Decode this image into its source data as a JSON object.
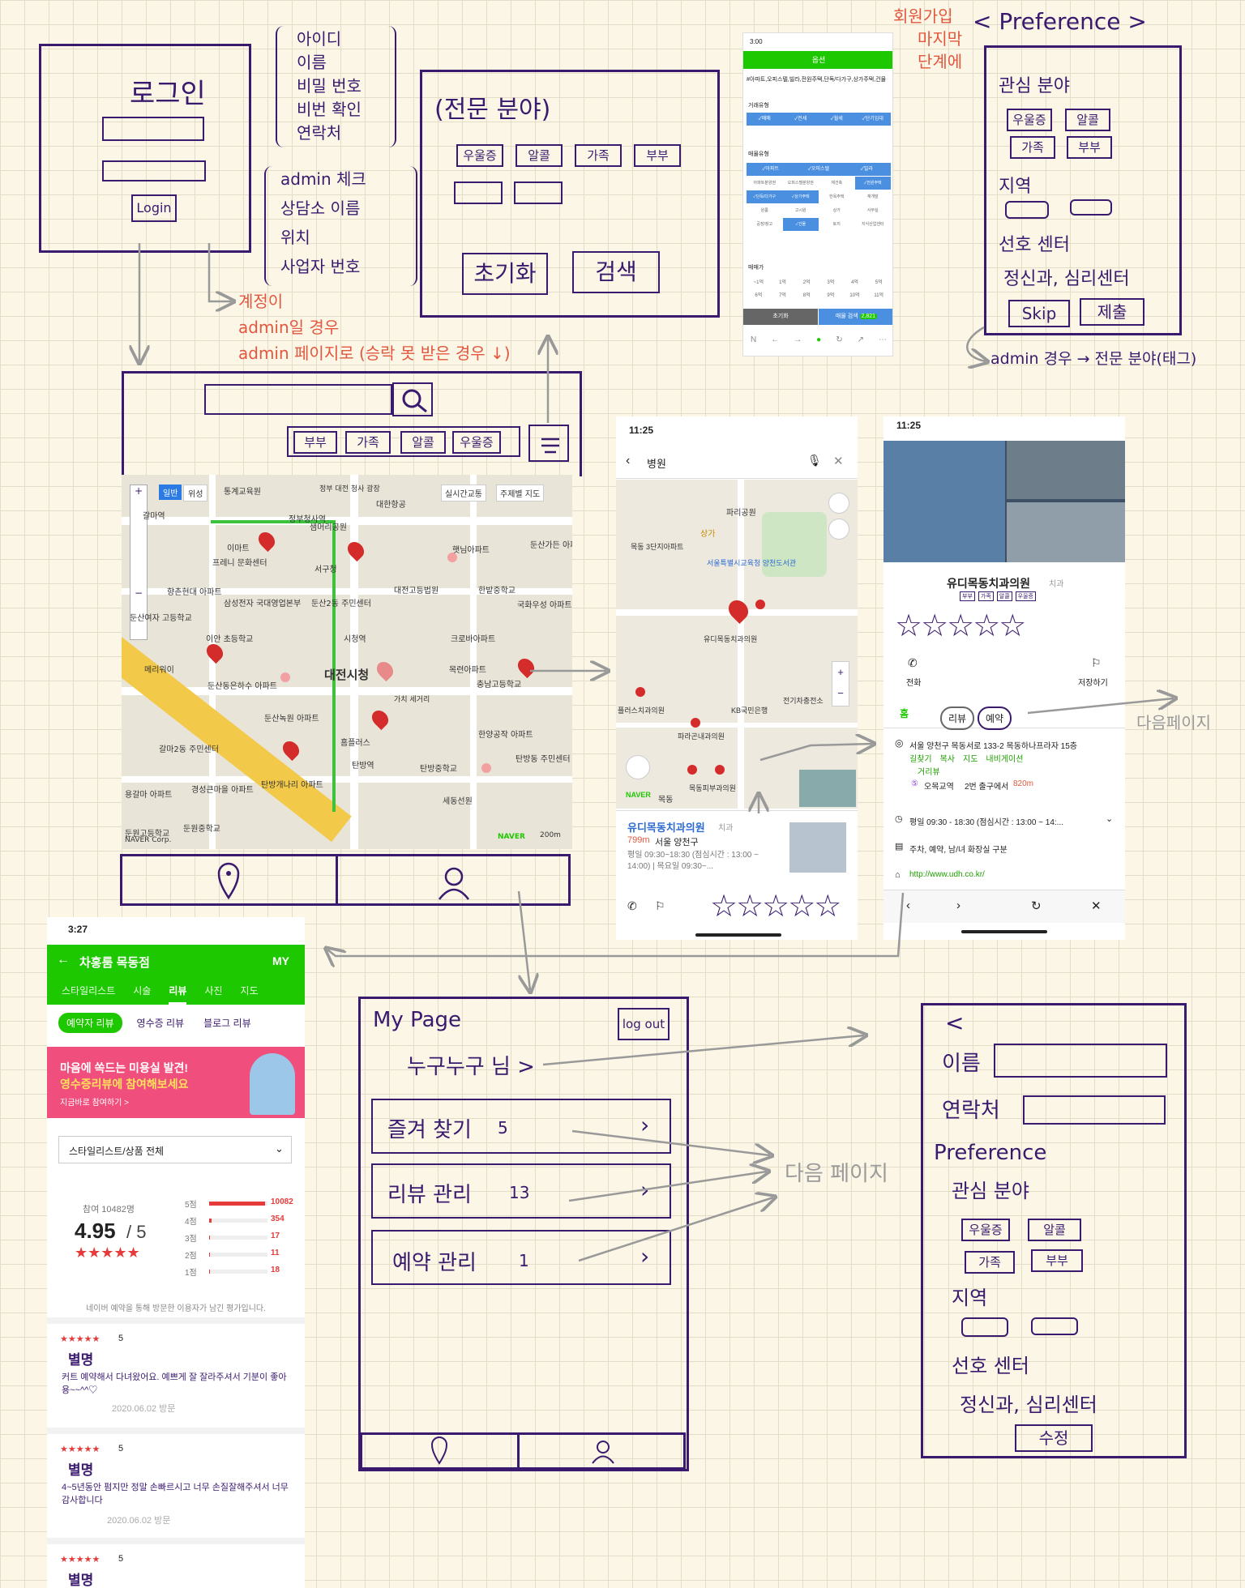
{
  "login": {
    "title": "로그인",
    "button": "Login"
  },
  "signup_fields": [
    "아이디",
    "이름",
    "비밀 번호",
    "비번 확인",
    "연락처"
  ],
  "admin_fields": [
    "admin 체크",
    "상담소 이름",
    "위치",
    "사업자 번호"
  ],
  "admin_note": [
    "계정이",
    "admin일 경우",
    "admin 페이지로 (승락 못 받은 경우 ↓)"
  ],
  "specialty": {
    "title": "(전문 분야)",
    "tags": [
      "우울증",
      "알콜",
      "가족",
      "부부"
    ],
    "reset": "초기화",
    "search": "검색"
  },
  "signup_last_step": [
    "회원가입",
    "마지막",
    "단계에"
  ],
  "preference": {
    "title": "< Preference >",
    "interest": "관심 분야",
    "tags": [
      "우울증",
      "알콜",
      "가족",
      "부부"
    ],
    "region": "지역",
    "center": "선호 센터",
    "center_value": "정신과, 심리센터",
    "skip": "Skip",
    "submit": "제출",
    "admin_note": "admin 경우 → 전문 분야(태그)"
  },
  "options_phone": {
    "time": "3:00",
    "title": "옵션",
    "search_text": "#아파트,오피스텔,빌라,전원주택,단독/다가구,상가주택,건물",
    "deal_label": "거래유형",
    "deal_items": [
      "✓매매",
      "✓전세",
      "✓월세",
      "✓단기임대"
    ],
    "type_label": "매물유형",
    "type_rows": [
      [
        "✓아파트",
        "✓오피스텔",
        "✓빌라"
      ],
      [
        "아파트분양권",
        "오피스텔분양권",
        "재건축",
        "✓전원주택"
      ],
      [
        "✓단독/다가구",
        "✓상가주택",
        "한옥주택",
        "재개발"
      ],
      [
        "원룸",
        "고시원",
        "상가",
        "사무실"
      ],
      [
        "공장/창고",
        "✓건물",
        "토지",
        "지식산업센터"
      ]
    ],
    "area_label": "매매가",
    "area_rows": [
      [
        "~1억",
        "1억",
        "2억",
        "3억",
        "4억",
        "5억"
      ],
      [
        "6억",
        "7억",
        "8억",
        "9억",
        "10억",
        "11억"
      ]
    ],
    "reset": "초기화",
    "submit": "매물 검색",
    "submit_badge": "2,821"
  },
  "main_screen": {
    "tags": [
      "부부",
      "가족",
      "알콜",
      "우울증"
    ],
    "map_labels": [
      "일반",
      "위성",
      "실시간교통",
      "주제별 지도",
      "통계교육원",
      "정부 대전 청사 광장",
      "대한항공",
      "갈마역",
      "정부청사역",
      "샘머리공원",
      "햇님아파트",
      "둔산가든 아파트",
      "이마트",
      "프레니 문화센터",
      "서구청",
      "대전고등법원",
      "한밭중학교",
      "국화우성 아파트",
      "향촌현대 아파트",
      "삼성전자 국대영업본부",
      "둔산2동 주민센터",
      "둔산여자 고등학교",
      "크로바아파트",
      "메리워이",
      "이안 초등학교",
      "시청역",
      "대전시청",
      "목련아파트",
      "충남고등학교",
      "둔산동은하수 아파트",
      "둔산녹원 아파트",
      "가치 세거리",
      "홈플러스",
      "한양공작 아파트",
      "갈마2동 주민센터",
      "탄방역",
      "탄방동 주민센터",
      "경성큰마을 아파트",
      "탄방중학교",
      "용갈마 아파트",
      "둔원고등학교",
      "둔원중학교",
      "탄방개나리 아파트",
      "세동선원",
      "NAVER Corp.",
      "200m",
      "NAVER"
    ]
  },
  "map_phone": {
    "time": "11:25",
    "search": "병원",
    "labels": [
      "파리공원",
      "상가",
      "목동 3단지아파트",
      "서울특별시교육청 양천도서관",
      "유디목동치과의원",
      "KB국민은행",
      "전기차충전소",
      "플러스치과의원",
      "파라곤내과의원",
      "목동피부과의원",
      "NAVER",
      "목동"
    ],
    "card_name": "유디목동치과의원",
    "card_cat": "치과",
    "card_dist": "799m",
    "card_loc": "서울 양천구",
    "card_hours": "평일 09:30~18:30 (점심시간 : 13:00 ~ 14:00) | 목요일 09:30~..."
  },
  "detail_phone": {
    "time": "11:25",
    "name": "유디목동치과의원",
    "cat": "치과",
    "tags": [
      "부부",
      "가족",
      "알콜",
      "우울증"
    ],
    "call": "전화",
    "save": "저장하기",
    "tabs": [
      "홈",
      "리뷰",
      "예약"
    ],
    "address": "서울 양천구 목동서로 133-2 목동하나프라자 15층",
    "links": [
      "길찾기",
      "복사",
      "지도",
      "내비게이션",
      "거리뷰"
    ],
    "subway": "오목교역",
    "subway_exit": "2번 출구에서",
    "subway_dist": "820m",
    "hours": "평일 09:30 - 18:30 (점심시간 : 13:00 ~ 14:...",
    "facilities": "주차, 예약, 남/녀 화장실 구분",
    "url": "http://www.udh.co.kr/",
    "next_note": "다음페이지"
  },
  "review_phone": {
    "time": "3:27",
    "title": "차홍룸 목동점",
    "my": "MY",
    "tabs": [
      "스타일리스트",
      "시술",
      "리뷰",
      "사진",
      "지도"
    ],
    "subtabs": [
      "예약자 리뷰",
      "영수증 리뷰",
      "블로그 리뷰"
    ],
    "banner1": "마음에 쏙드는 미용실 발견!",
    "banner2": "영수증리뷰에 참여해보세요",
    "banner3": "지금바로 참여하기 >",
    "filter": "스타일리스트/상품 전체",
    "participants": "참여 10482명",
    "score": "4.95",
    "score_max": "/ 5",
    "dist": [
      {
        "label": "5점",
        "count": "10082",
        "frac": 0.96
      },
      {
        "label": "4점",
        "count": "354",
        "frac": 0.04
      },
      {
        "label": "3점",
        "count": "17",
        "frac": 0.01
      },
      {
        "label": "2점",
        "count": "11",
        "frac": 0.005
      },
      {
        "label": "1점",
        "count": "18",
        "frac": 0.01
      }
    ],
    "note": "네이버 예약을 통해 방문한 이용자가 남긴 평가입니다.",
    "reviews": [
      {
        "stars": "★★★★★",
        "score": "5",
        "nick": "별명",
        "text": "커트 예약해서 다녀왔어요. 예쁘게 잘 잘라주셔서 기분이 좋아용~~^^♡",
        "date": "2020.06.02 방문"
      },
      {
        "stars": "★★★★★",
        "score": "5",
        "nick": "별명",
        "text": "4~5년동안 펌지만 정말 손빠르시고 너무 손질잘해주셔서 너무 감사합니다",
        "date": "2020.06.02 방문"
      },
      {
        "stars": "★★★★★",
        "score": "5",
        "nick": "별명",
        "text": "",
        "date": ""
      }
    ]
  },
  "mypage": {
    "title": "My Page",
    "logout": "log out",
    "user": "누구누구 님 >",
    "items": [
      {
        "label": "즐겨 찾기",
        "count": "5"
      },
      {
        "label": "리뷰 관리",
        "count": "13"
      },
      {
        "label": "예약 관리",
        "count": "1"
      }
    ],
    "next": "다음 페이지"
  },
  "edit_profile": {
    "back": "<",
    "name": "이름",
    "contact": "연락처",
    "pref": "Preference",
    "interest": "관심 분야",
    "tags": [
      "우울증",
      "알콜",
      "가족",
      "부부"
    ],
    "region": "지역",
    "center": "선호 센터",
    "center_value": "정신과, 심리센터",
    "submit": "수정"
  }
}
